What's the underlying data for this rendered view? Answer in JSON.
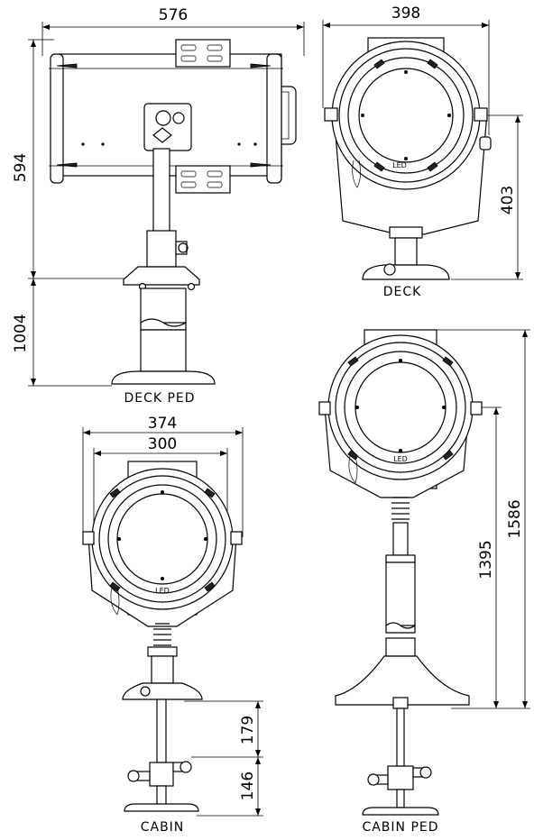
{
  "views": {
    "deck_ped": {
      "label": "DECK PED",
      "dims": {
        "width": "576",
        "height_top": "594",
        "height_base": "1004"
      }
    },
    "deck": {
      "label": "DECK",
      "dims": {
        "width": "398",
        "height": "403"
      }
    },
    "cabin": {
      "label": "CABIN",
      "dims": {
        "width_outer": "374",
        "width_inner": "300",
        "height_upper": "179",
        "height_lower": "146"
      }
    },
    "cabin_ped": {
      "label": "CABIN PED",
      "dims": {
        "height_inner": "1395",
        "height_outer": "1586"
      }
    }
  },
  "lamp_marking": "LED"
}
